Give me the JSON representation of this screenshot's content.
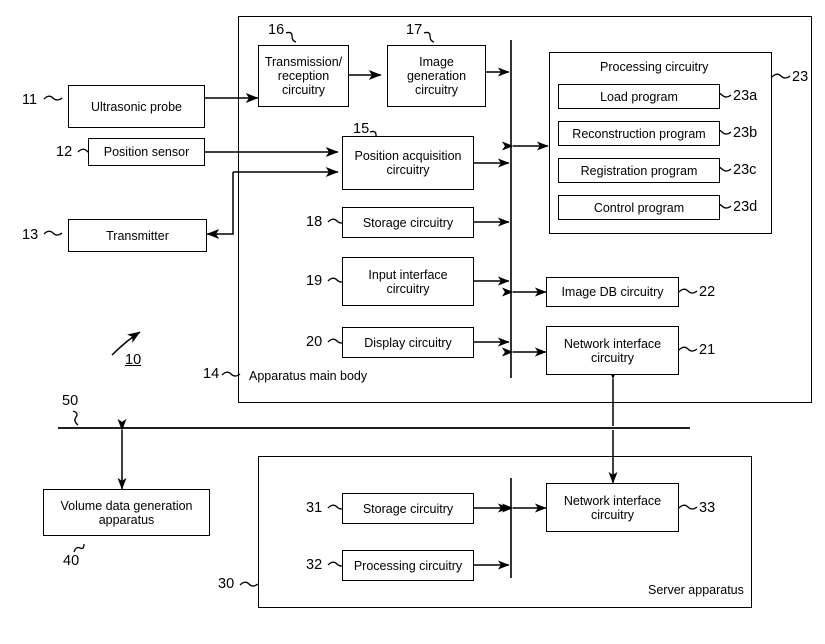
{
  "figure": {
    "type": "patent-block-diagram",
    "system_ref": "10",
    "network_ref": "50"
  },
  "main_body": {
    "ref": "14",
    "caption": "Apparatus main body",
    "blocks": {
      "transmission_reception": {
        "ref": "16",
        "label": "Transmission/\nreception\ncircuitry",
        "line1": "Transmission/",
        "line2": "reception",
        "line3": "circuitry"
      },
      "image_generation": {
        "ref": "17",
        "line1": "Image",
        "line2": "generation",
        "line3": "circuitry"
      },
      "position_acquisition": {
        "ref": "15",
        "line1": "Position acquisition",
        "line2": "circuitry"
      },
      "storage": {
        "ref": "18",
        "label": "Storage circuitry"
      },
      "input_interface": {
        "ref": "19",
        "line1": "Input interface",
        "line2": "circuitry"
      },
      "display": {
        "ref": "20",
        "label": "Display circuitry"
      },
      "image_db": {
        "ref": "22",
        "label": "Image DB circuitry"
      },
      "network_interface": {
        "ref": "21",
        "line1": "Network interface",
        "line2": "circuitry"
      }
    },
    "processing_circuitry": {
      "ref": "23",
      "title": "Processing circuitry",
      "programs": [
        {
          "ref": "23a",
          "label": "Load program"
        },
        {
          "ref": "23b",
          "label": "Reconstruction program"
        },
        {
          "ref": "23c",
          "label": "Registration program"
        },
        {
          "ref": "23d",
          "label": "Control program"
        }
      ]
    }
  },
  "external_devices": {
    "ultrasonic_probe": {
      "ref": "11",
      "label": "Ultrasonic probe"
    },
    "position_sensor": {
      "ref": "12",
      "label": "Position sensor"
    },
    "transmitter": {
      "ref": "13",
      "label": "Transmitter"
    }
  },
  "volume_data_apparatus": {
    "ref": "40",
    "line1": "Volume data generation",
    "line2": "apparatus"
  },
  "server_apparatus": {
    "ref": "30",
    "caption": "Server apparatus",
    "blocks": {
      "storage": {
        "ref": "31",
        "label": "Storage circuitry"
      },
      "processing": {
        "ref": "32",
        "label": "Processing circuitry"
      },
      "network_interface": {
        "ref": "33",
        "line1": "Network interface",
        "line2": "circuitry"
      }
    }
  },
  "colors": {
    "stroke": "#000000",
    "background": "#ffffff"
  }
}
